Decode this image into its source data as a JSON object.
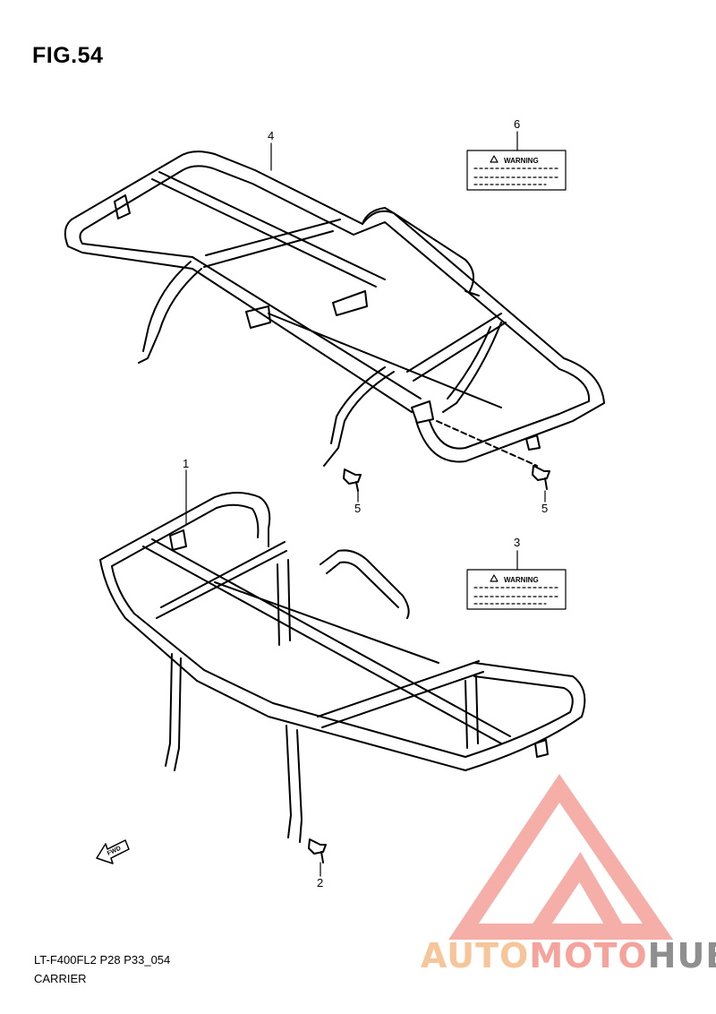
{
  "figure": {
    "title": "FIG.54",
    "footer_code": "LT-F400FL2 P28 P33_054",
    "footer_name": "CARRIER"
  },
  "callouts": [
    {
      "id": "part-1",
      "label": "1"
    },
    {
      "id": "part-2",
      "label": "2"
    },
    {
      "id": "part-3",
      "label": "3"
    },
    {
      "id": "part-4",
      "label": "4"
    },
    {
      "id": "part-5a",
      "label": "5"
    },
    {
      "id": "part-5b",
      "label": "5"
    },
    {
      "id": "part-6",
      "label": "6"
    }
  ],
  "labels": {
    "warning_text": "WARNING",
    "fwd_text": "FWD"
  },
  "watermark": {
    "part_a": "AUTO",
    "part_b": "MOTO",
    "part_c": "HUB",
    "colors": {
      "triangle": "#f5a09a",
      "auto": "#f6c59a",
      "moto": "#f6a39c",
      "hub": "#8f8f8f"
    }
  }
}
